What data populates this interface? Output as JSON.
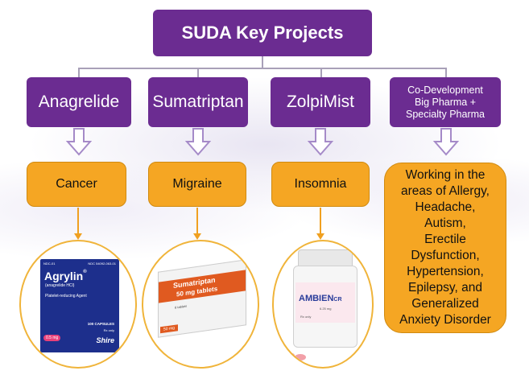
{
  "title": "SUDA Key Projects",
  "projects": [
    {
      "name": "Anagrelide",
      "indication": "Cancer"
    },
    {
      "name": "Sumatriptan",
      "indication": "Migraine"
    },
    {
      "name": "ZolpiMist",
      "indication": "Insomnia"
    },
    {
      "name": "Co-Development Big Pharma + Specialty Pharma",
      "name_lines": [
        "Co-Development",
        "Big Pharma +",
        "Specialty Pharma"
      ],
      "indication_lines": [
        "Working in the",
        "areas of Allergy,",
        "Headache,",
        "Autism,",
        "Erectile",
        "Dysfunction,",
        "Hypertension,",
        "Epilepsy, and",
        "Generalized",
        "Anxiety Disorder"
      ]
    }
  ],
  "products": {
    "agrylin": {
      "top_left": "NDC-01",
      "top_right": "NDC 54092-063-01",
      "brand": "Agrylin",
      "reg": "®",
      "generic": "(anagrelide HCl)",
      "subtitle": "Platelet-reducing Agent",
      "count": "100 CAPSULES",
      "rx": "Rx only",
      "dose": "0.5 mg",
      "maker": "Shire"
    },
    "sumatriptan": {
      "brand_line1": "Sumatriptan",
      "brand_line2_dose": "50 mg",
      "brand_line2_word": "tablets",
      "count": "6 tablets",
      "dose_corner": "50 mg"
    },
    "ambien": {
      "brand": "AMBIEN",
      "reg": "CR",
      "dose": "6.25 mg",
      "rx": "Rx only"
    }
  }
}
